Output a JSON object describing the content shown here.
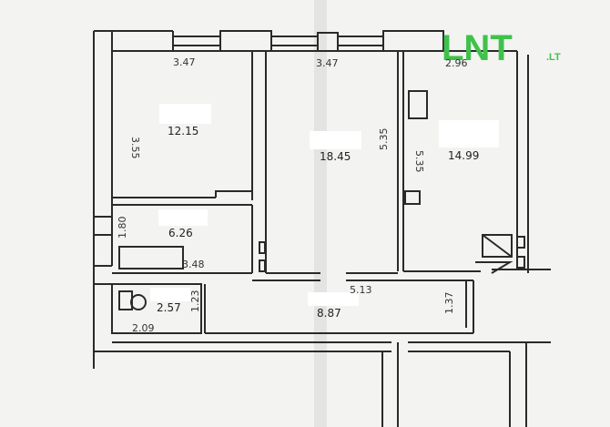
{
  "logo": {
    "main": "LNT",
    "sub": ".LT"
  },
  "dimensions": {
    "room1_width": "3.47",
    "room1_height": "3.55",
    "room2_width": "3.47",
    "room2_height": "5.35",
    "room3_width": "2.96",
    "room3_height": "5.35",
    "kitchen_height": "1.80",
    "kitchen_width": "3.48",
    "wc_width": "2.09",
    "wc_height": "1.23",
    "hall_width": "5.13",
    "hall_height": "1.37"
  },
  "areas": {
    "room1": "12.15",
    "room2": "18.45",
    "room3": "14.99",
    "kitchen": "6.26",
    "wc": "2.57",
    "hall": "8.87"
  }
}
